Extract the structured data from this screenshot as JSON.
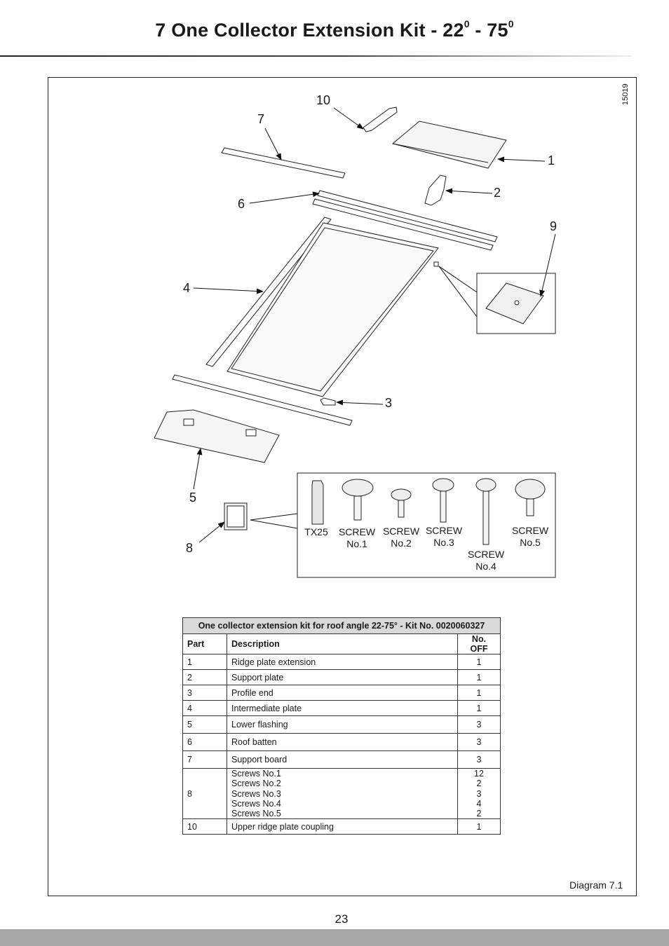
{
  "header": {
    "title_main": "7  One Collector Extension Kit - 22",
    "title_sup1": "0",
    "title_mid": " - 75",
    "title_sup2": "0"
  },
  "diagram": {
    "doc_number": "15019",
    "callouts": [
      "10",
      "7",
      "1",
      "2",
      "6",
      "9",
      "4",
      "3",
      "5",
      "8"
    ],
    "screws": {
      "tx25": "TX25",
      "screw1": [
        "SCREW",
        "No.1"
      ],
      "screw2": [
        "SCREW",
        "No.2"
      ],
      "screw3": [
        "SCREW",
        "No.3"
      ],
      "screw4": [
        "SCREW",
        "No.4"
      ],
      "screw5": [
        "SCREW",
        "No.5"
      ]
    },
    "caption": "Diagram 7.1"
  },
  "table": {
    "caption": "One collector extension kit for roof angle 22-75° - Kit No. 0020060327",
    "headers": [
      "Part",
      "Description",
      "No. OFF"
    ],
    "rows": [
      {
        "part": "1",
        "desc": "Ridge plate extension",
        "qty": "1"
      },
      {
        "part": "2",
        "desc": "Support plate",
        "qty": "1"
      },
      {
        "part": "3",
        "desc": "Profile end",
        "qty": "1"
      },
      {
        "part": "4",
        "desc": "Intermediate plate",
        "qty": "1"
      },
      {
        "part": "5",
        "desc": "Lower flashing",
        "qty": "3"
      },
      {
        "part": "6",
        "desc": "Roof batten",
        "qty": "3"
      },
      {
        "part": "7",
        "desc": "Support board",
        "qty": "3"
      },
      {
        "part": "8",
        "desc_lines": [
          "Screws No.1",
          "Screws No.2",
          "Screws No.3",
          "Screws No.4",
          "Screws No.5"
        ],
        "qty_lines": [
          "12",
          "2",
          "3",
          "4",
          "2"
        ]
      },
      {
        "part": "10",
        "desc": "Upper ridge plate coupling",
        "qty": "1"
      }
    ]
  },
  "footer": {
    "page_number": "23"
  }
}
